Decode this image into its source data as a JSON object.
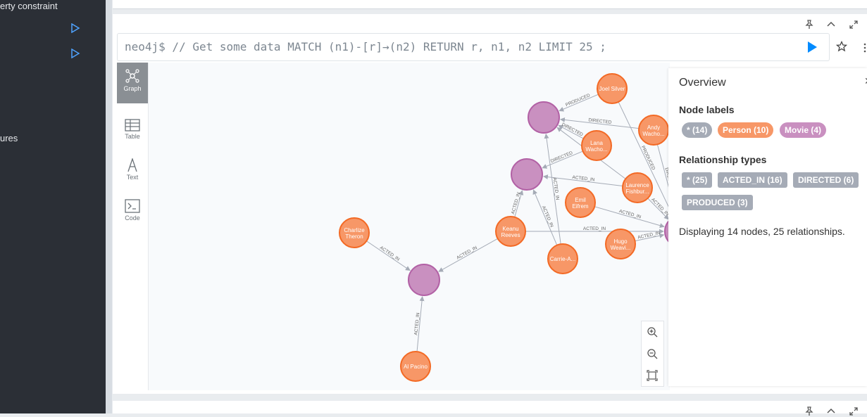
{
  "sidebar": {
    "items": [
      {
        "label": "erty constraint"
      },
      {
        "label": "ures"
      }
    ]
  },
  "editor": {
    "prompt": "neo4j$",
    "query": " // Get some data MATCH (n1)-[r]→(n2) RETURN r, n1, n2 LIMIT 25 ;"
  },
  "tabs": [
    {
      "label": "Graph",
      "icon": "graph-icon"
    },
    {
      "label": "Table",
      "icon": "table-icon"
    },
    {
      "label": "Text",
      "icon": "text-icon"
    },
    {
      "label": "Code",
      "icon": "code-icon"
    }
  ],
  "overview": {
    "title": "Overview",
    "node_labels_title": "Node labels",
    "node_labels": [
      {
        "label": "* (14)",
        "color": "#a5abb6"
      },
      {
        "label": "Person (10)",
        "color": "#f79767"
      },
      {
        "label": "Movie (4)",
        "color": "#c990c0"
      }
    ],
    "rel_types_title": "Relationship types",
    "rel_types": [
      {
        "label": "* (25)"
      },
      {
        "label": "ACTED_IN (16)"
      },
      {
        "label": "DIRECTED (6)"
      },
      {
        "label": "PRODUCED (3)"
      }
    ],
    "summary": "Displaying 14 nodes, 25 relationships."
  },
  "colors": {
    "person": "#f79767",
    "movie": "#c990c0",
    "accent": "#018bff"
  },
  "graph": {
    "persons": [
      {
        "id": "joel",
        "name1": "Joel Silver",
        "name2": ""
      },
      {
        "id": "andy",
        "name1": "Andy",
        "name2": "Wacho..."
      },
      {
        "id": "lana",
        "name1": "Lana",
        "name2": "Wacho..."
      },
      {
        "id": "laurence",
        "name1": "Laurence",
        "name2": "Fishbur..."
      },
      {
        "id": "emil",
        "name1": "Emil",
        "name2": "Eifrem"
      },
      {
        "id": "keanu",
        "name1": "Keanu",
        "name2": "Reeves"
      },
      {
        "id": "hugo",
        "name1": "Hugo",
        "name2": "Weavi..."
      },
      {
        "id": "carrie",
        "name1": "Carrie-A...",
        "name2": ""
      },
      {
        "id": "charlize",
        "name1": "Charlize",
        "name2": "Theron"
      },
      {
        "id": "alpacino",
        "name1": "Al Pacino",
        "name2": ""
      }
    ],
    "movies": [
      {
        "id": "m1"
      },
      {
        "id": "m2"
      },
      {
        "id": "m3"
      },
      {
        "id": "m4"
      }
    ],
    "relationships": [
      {
        "from": "joel",
        "to": "m1",
        "type": "PRODUCED"
      },
      {
        "from": "andy",
        "to": "m1",
        "type": "DIRECTED"
      },
      {
        "from": "lana",
        "to": "m1",
        "type": "DIRECTED"
      },
      {
        "from": "joel",
        "to": "m4",
        "type": "PRODUCED"
      },
      {
        "from": "andy",
        "to": "m4",
        "type": "DIRECTED"
      },
      {
        "from": "lana",
        "to": "m2",
        "type": "DIRECTED"
      },
      {
        "from": "laurence",
        "to": "m2",
        "type": "ACTED_IN"
      },
      {
        "from": "laurence",
        "to": "m1",
        "type": "ACTED_IN"
      },
      {
        "from": "laurence",
        "to": "m4",
        "type": "ACTED_IN"
      },
      {
        "from": "emil",
        "to": "m4",
        "type": "ACTED_IN"
      },
      {
        "from": "keanu",
        "to": "m2",
        "type": "ACTED_IN"
      },
      {
        "from": "keanu",
        "to": "m4",
        "type": "ACTED_IN"
      },
      {
        "from": "keanu",
        "to": "m3",
        "type": "ACTED_IN"
      },
      {
        "from": "carrie",
        "to": "m2",
        "type": "ACTED_IN"
      },
      {
        "from": "carrie",
        "to": "m1",
        "type": "ACTED_IN"
      },
      {
        "from": "hugo",
        "to": "m4",
        "type": "ACTED_IN"
      },
      {
        "from": "charlize",
        "to": "m3",
        "type": "ACTED_IN"
      },
      {
        "from": "alpacino",
        "to": "m3",
        "type": "ACTED_IN"
      }
    ]
  }
}
